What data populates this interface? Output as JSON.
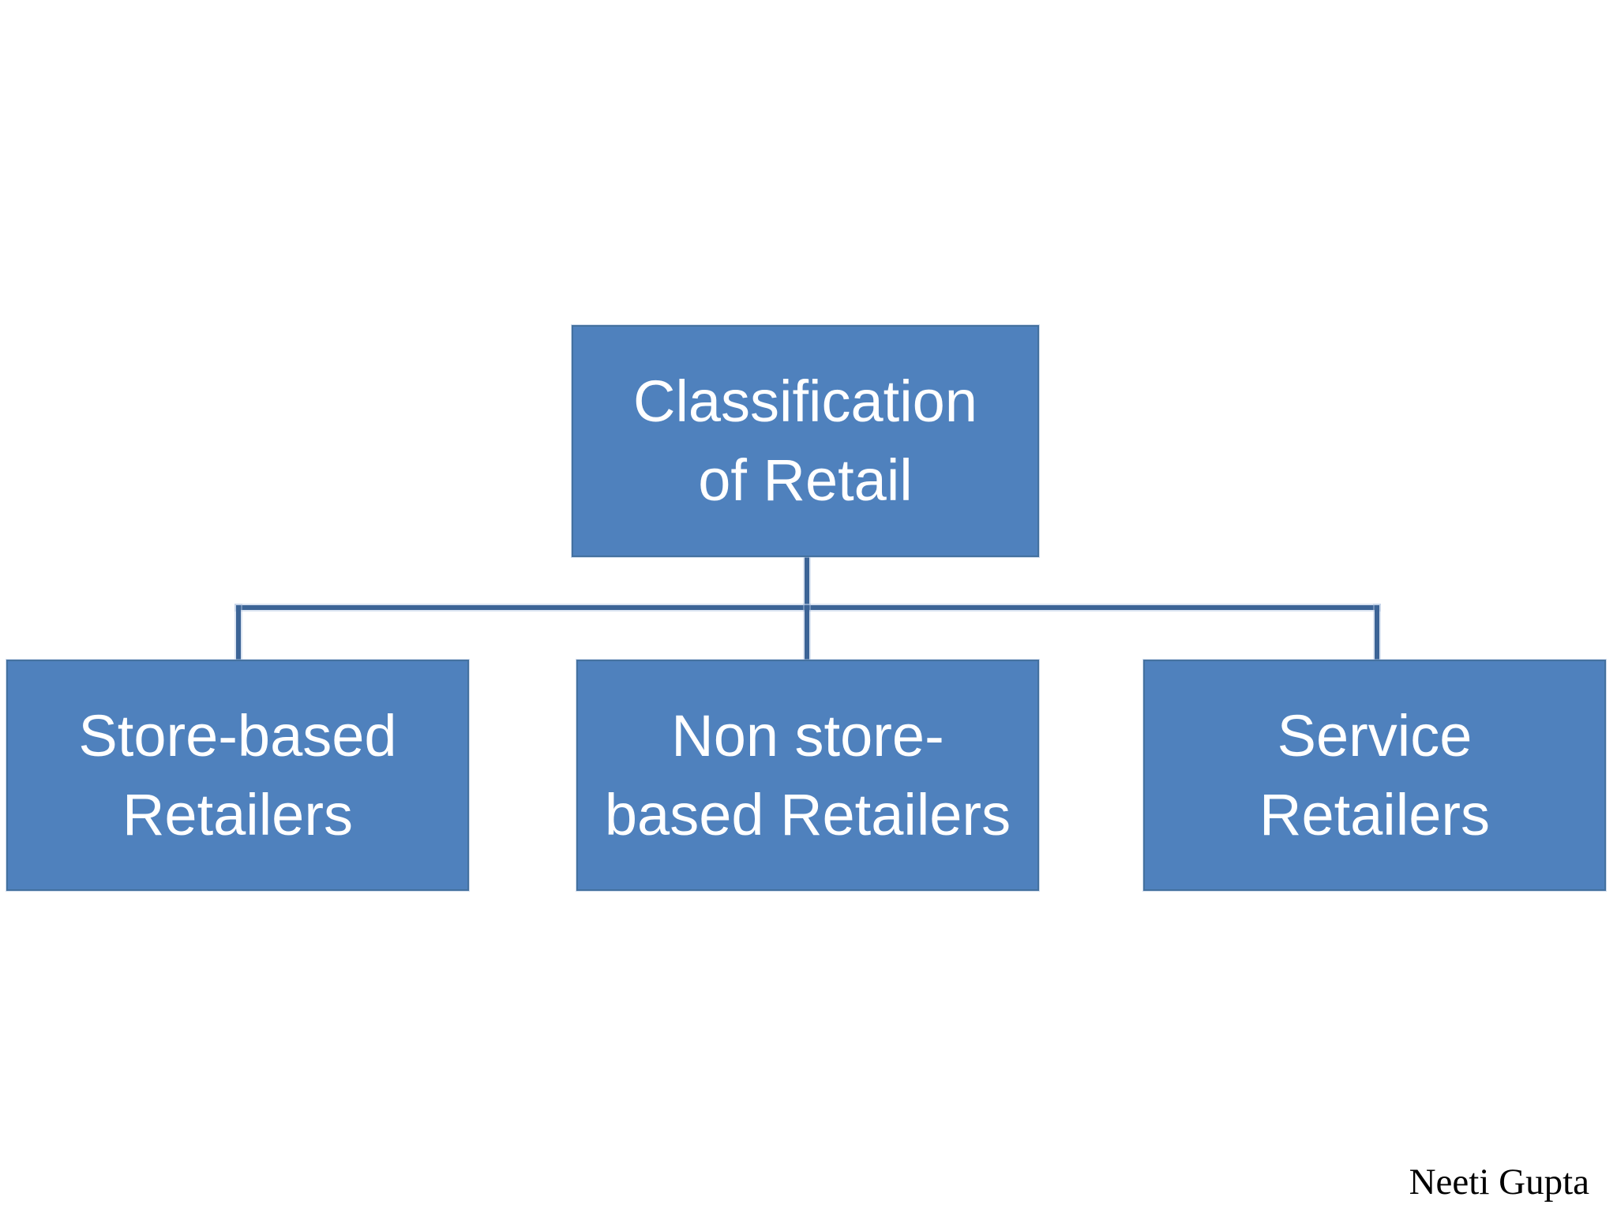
{
  "diagram": {
    "type": "hierarchy-flowchart",
    "root": {
      "label": "Classification\nof Retail"
    },
    "children": [
      {
        "label": "Store-based\nRetailers"
      },
      {
        "label": "Non store-\nbased Retailers"
      },
      {
        "label": "Service\nRetailers"
      }
    ]
  },
  "credit": {
    "text": "Neeti Gupta"
  },
  "colors": {
    "page_bg": "#FFFFFF",
    "node_fill": "#4F81BD",
    "node_border": "#44719F",
    "node_text": "#FFFFFF",
    "connector": "#3C6496",
    "credit_color": "#000000"
  }
}
